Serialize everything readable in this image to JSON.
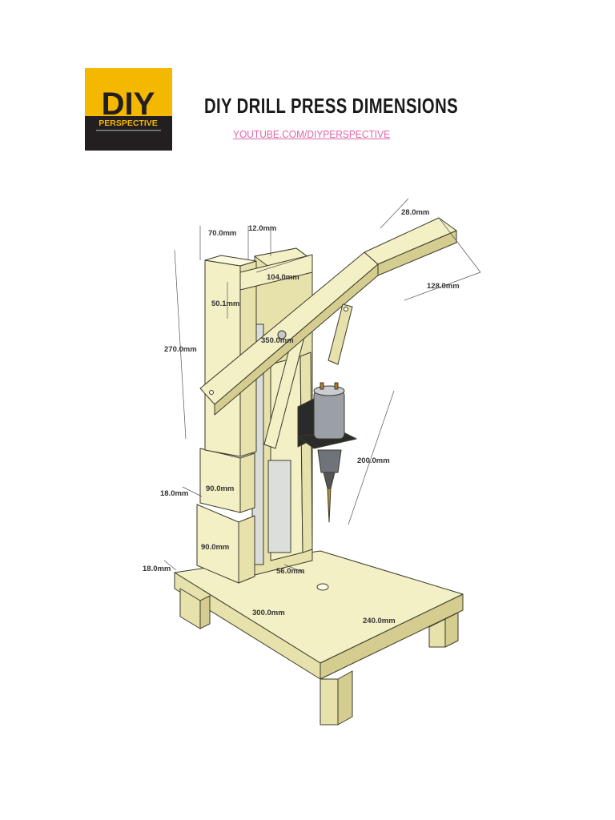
{
  "header": {
    "title": "DIY DRILL PRESS DIMENSIONS",
    "link": "YOUTUBE.COM/DIYPERSPECTIVE"
  },
  "logo": {
    "main_text": "DIY",
    "sub_text": "PERSPECTIVE",
    "colors": {
      "top": "#f5b800",
      "bottom": "#231f20",
      "accent": "#f5b800"
    }
  },
  "dimensions": {
    "d_28": "28.0mm",
    "d_70": "70.0mm",
    "d_12": "12.0mm",
    "d_104": "104.0mm",
    "d_128": "128.0mm",
    "d_50": "50.1mm",
    "d_350": "350.0mm",
    "d_270": "270.0mm",
    "d_200": "200.0mm",
    "d_18a": "18.0mm",
    "d_90a": "90.0mm",
    "d_90b": "90.0mm",
    "d_18b": "18.0mm",
    "d_56": "56.0mm",
    "d_300": "300.0mm",
    "d_240": "240.0mm"
  },
  "colors": {
    "wood_light": "#f3f0c6",
    "wood_mid": "#e7e2ac",
    "wood_dark": "#d4cd8f",
    "outline": "#3a3a2a",
    "motor": "#9aa0a6",
    "title_text": "#1a1a1a",
    "link_text": "#e066a8"
  }
}
